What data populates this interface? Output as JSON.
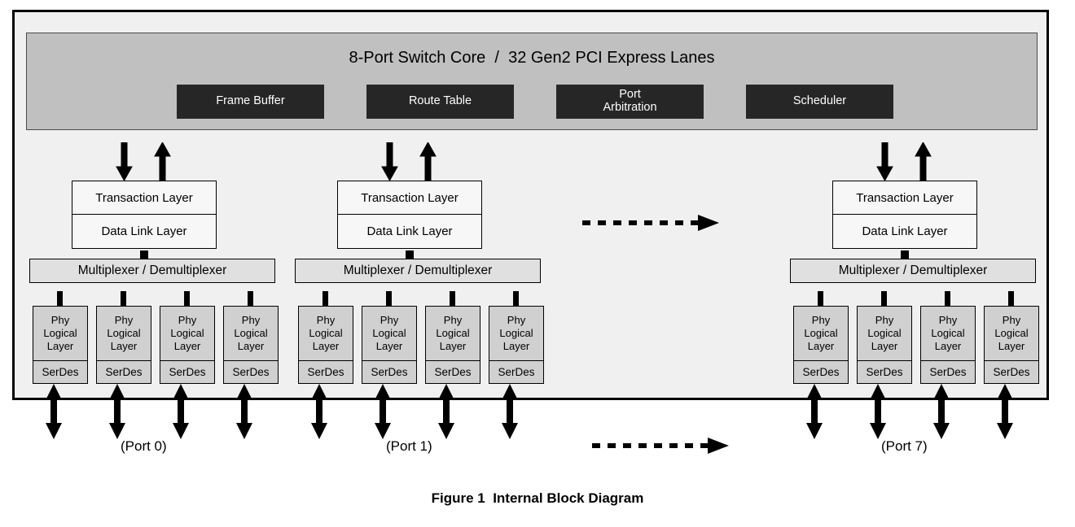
{
  "figure": {
    "caption": "Figure 1  Internal Block Diagram"
  },
  "switch_core": {
    "title": "8-Port Switch Core  /  32 Gen2 PCI Express Lanes",
    "blocks": [
      {
        "label": "Frame Buffer",
        "line1": "Frame Buffer",
        "line2": ""
      },
      {
        "label": "Route Table",
        "line1": "Route Table",
        "line2": ""
      },
      {
        "label": "Port Arbitration",
        "line1": "Port",
        "line2": "Arbitration"
      },
      {
        "label": "Scheduler",
        "line1": "Scheduler",
        "line2": ""
      }
    ]
  },
  "port_stack": {
    "transaction_layer": "Transaction Layer",
    "data_link_layer": "Data Link Layer",
    "mux": "Multiplexer / Demultiplexer",
    "phy_line1": "Phy",
    "phy_line2": "Logical",
    "phy_line3": "Layer",
    "serdes": "SerDes",
    "lanes_per_port": 4
  },
  "ports": [
    {
      "id": "port-0",
      "caption": "(Port 0)"
    },
    {
      "id": "port-1",
      "caption": "(Port 1)"
    },
    {
      "id": "port-7",
      "caption": "(Port 7)"
    }
  ],
  "continuation": {
    "upper_label": "continuation-arrow-upper",
    "lower_label": "continuation-arrow-lower"
  },
  "colors": {
    "core_fill": "#c0c0c0",
    "core_block_fill": "#262626",
    "core_block_text": "#ffffff",
    "chip_fill": "#f0f0f0",
    "layer_fill": "#f7f7f7",
    "mux_fill": "#e0e0e0",
    "phy_fill": "#d0d0d0",
    "line": "#000000",
    "page_bg": "#ffffff"
  }
}
